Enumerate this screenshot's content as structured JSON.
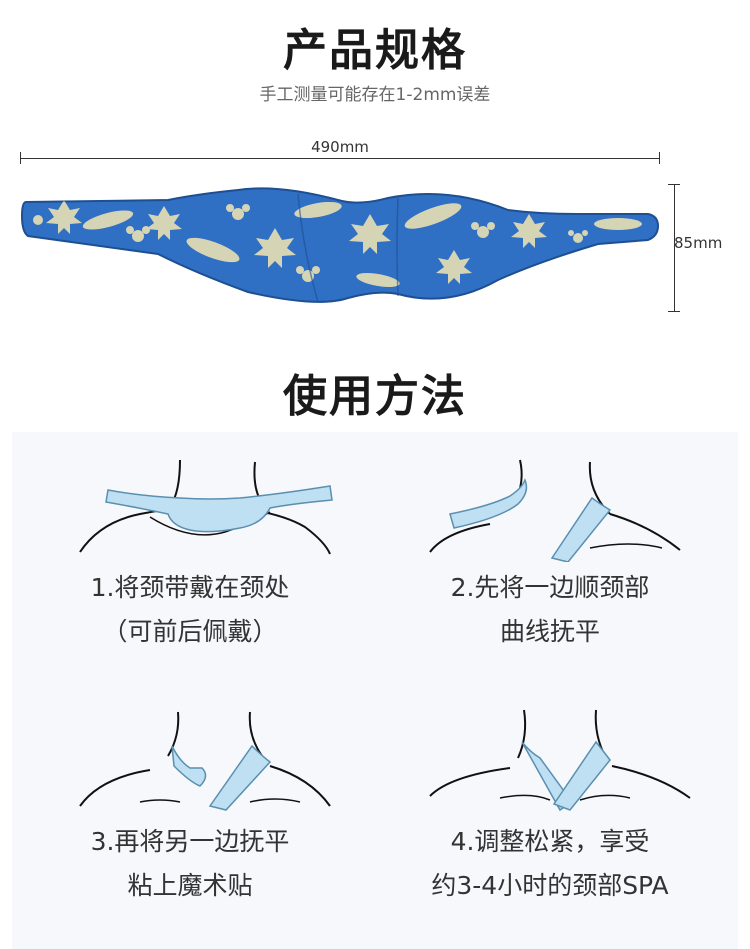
{
  "spec": {
    "title": "产品规格",
    "subtitle": "手工测量可能存在1-2mm误差",
    "width_label": "490mm",
    "height_label": "85mm"
  },
  "product": {
    "fabric_color": "#2f6fc4",
    "pattern_color": "#e8dfb4",
    "pattern_icons": [
      "maple-leaf-icon",
      "flower-icon",
      "leaf-icon"
    ]
  },
  "usage": {
    "title": "使用方法",
    "steps": [
      {
        "line1": "1.将颈带戴在颈处",
        "line2": "（可前后佩戴）"
      },
      {
        "line1": "2.先将一边顺颈部",
        "line2": "曲线抚平"
      },
      {
        "line1": "3.再将另一边抚平",
        "line2": "粘上魔术贴"
      },
      {
        "line1": "4.调整松紧，享受",
        "line2": "约3-4小时的颈部SPA"
      }
    ]
  },
  "colors": {
    "band_fill": "#bfe0f2",
    "band_stroke": "#5a8fb0",
    "panel_bg": "#f6f8fb"
  }
}
